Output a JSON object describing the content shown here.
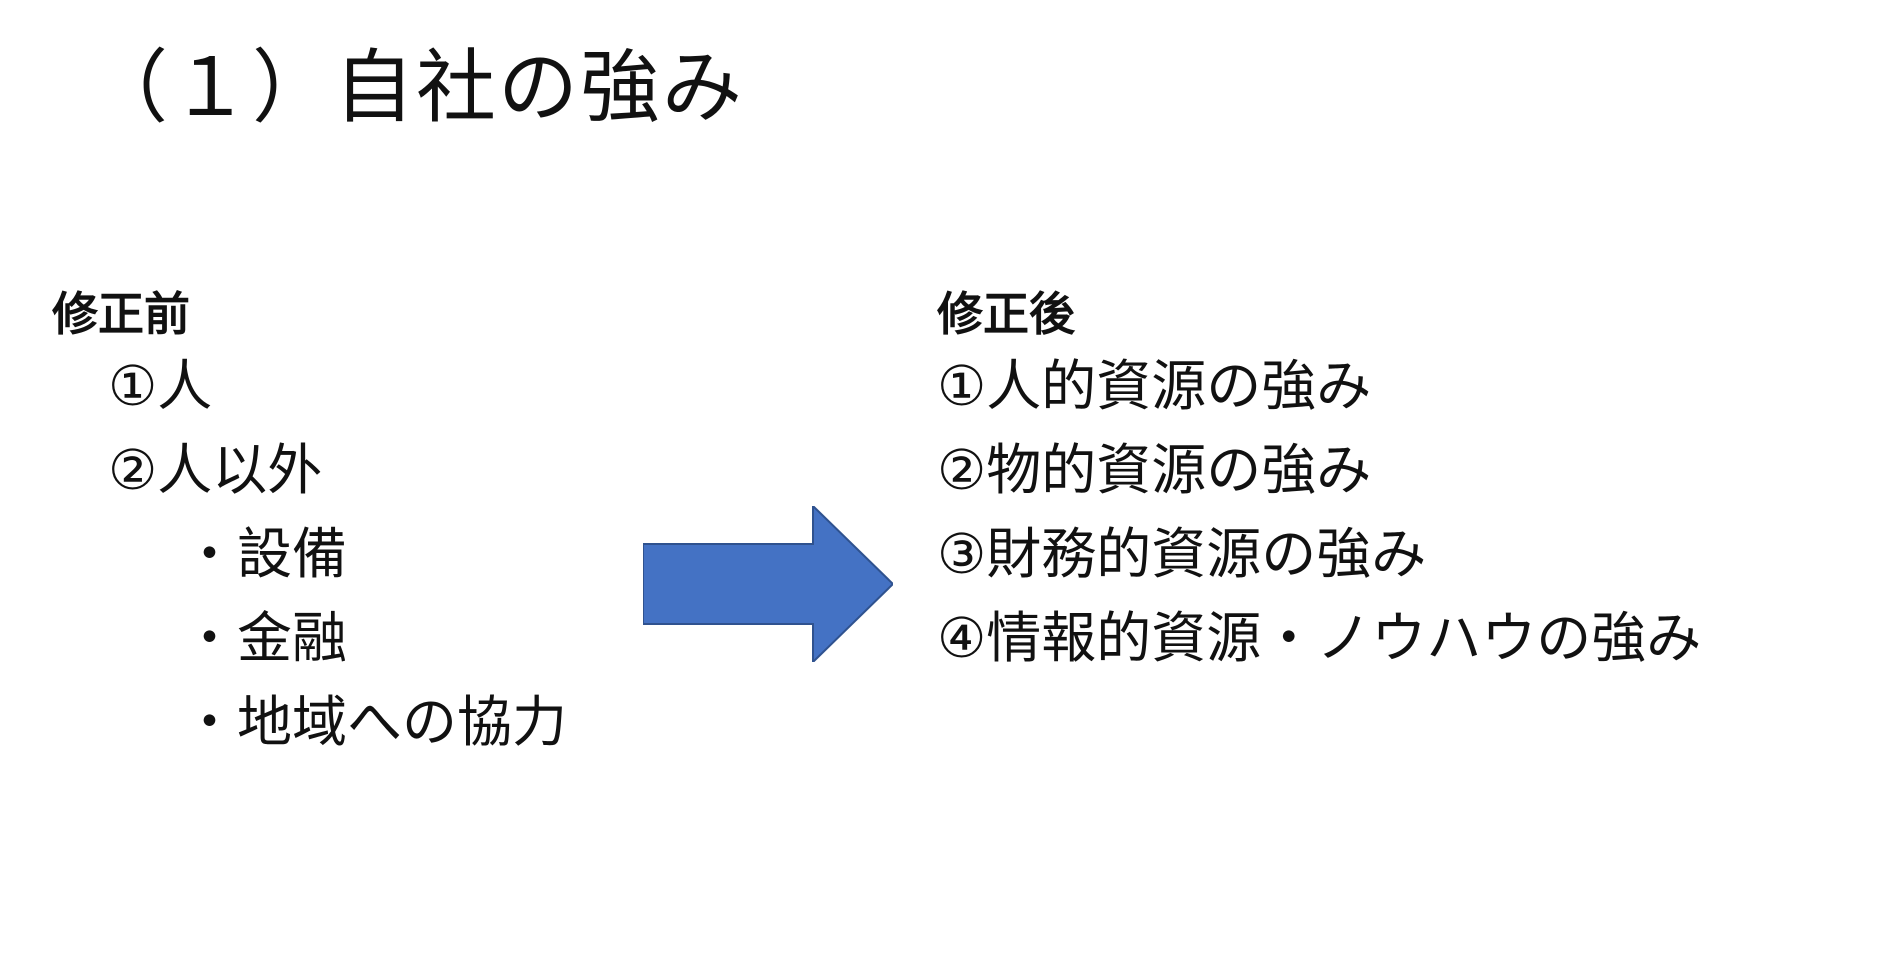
{
  "slide": {
    "title": "（１）自社の強み"
  },
  "before": {
    "heading": "修正前",
    "items": [
      "①人",
      "②人以外",
      "・設備",
      "・金融",
      "・地域への協力"
    ]
  },
  "after": {
    "heading": "修正後",
    "items": [
      "①人的資源の強み",
      "②物的資源の強み",
      "③財務的資源の強み",
      "④情報的資源・ノウハウの強み"
    ]
  },
  "arrow": {
    "icon": "right-arrow-icon",
    "color": "#4472C4"
  }
}
